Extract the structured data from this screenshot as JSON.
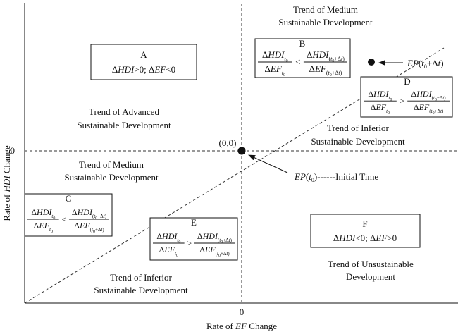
{
  "axes": {
    "x_label_prefix": "Rate of ",
    "x_label_var": "EF",
    "x_label_suffix": " Change",
    "y_label_prefix": "Rate of ",
    "y_label_var": "HDI",
    "y_label_suffix": " Change",
    "x_zero": "0",
    "y_zero": "0",
    "origin": "(0,0)"
  },
  "trends": {
    "top_medium": [
      "Trend of Medium",
      "Sustainable Development"
    ],
    "advanced": [
      "Trend of Advanced",
      "Sustainable Development"
    ],
    "right_inferior": [
      "Trend of Inferior",
      "Sustainable Development"
    ],
    "left_medium": [
      "Trend of Medium",
      "Sustainable Development"
    ],
    "bottom_inferior": [
      "Trend of Inferior",
      "Sustainable Development"
    ],
    "unsustainable": [
      "Trend of  Unsustainable",
      "Development"
    ]
  },
  "regions": {
    "A": {
      "letter": "A",
      "condition": "ΔHDI>0; ΔEF<0"
    },
    "B": {
      "letter": "B",
      "operator": "<"
    },
    "C": {
      "letter": "C",
      "operator": "<"
    },
    "D": {
      "letter": "D",
      "operator": ">"
    },
    "E": {
      "letter": "E",
      "operator": ">"
    },
    "F": {
      "letter": "F",
      "condition": "ΔHDI<0; ΔEF>0"
    }
  },
  "points": {
    "initial": {
      "label": "EP(t0)------Initial Time"
    },
    "later": {
      "label": "EP(t0+Δt)"
    }
  },
  "formula": {
    "num": "ΔHDI",
    "den": "ΔEF",
    "sub0": "t0",
    "sub1": "(t0+Δt)"
  }
}
